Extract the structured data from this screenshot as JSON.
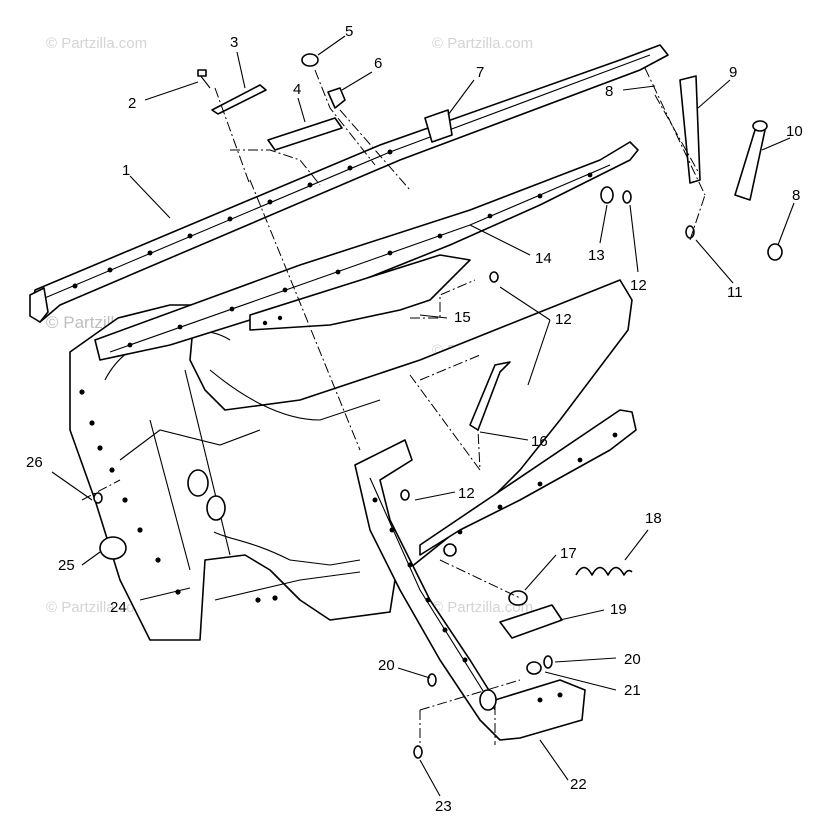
{
  "watermark": {
    "text": "© Partzilla.com"
  },
  "callouts": {
    "c1": "1",
    "c2": "2",
    "c3": "3",
    "c4": "4",
    "c5": "5",
    "c6": "6",
    "c7": "7",
    "c8a": "8",
    "c8b": "8",
    "c9": "9",
    "c10": "10",
    "c11": "11",
    "c12a": "12",
    "c12b": "12",
    "c12c": "12",
    "c13": "13",
    "c14": "14",
    "c15": "15",
    "c16": "16",
    "c17": "17",
    "c18": "18",
    "c19": "19",
    "c20a": "20",
    "c20b": "20",
    "c21": "21",
    "c22": "22",
    "c23": "23",
    "c24": "24",
    "c25": "25",
    "c26": "26"
  }
}
